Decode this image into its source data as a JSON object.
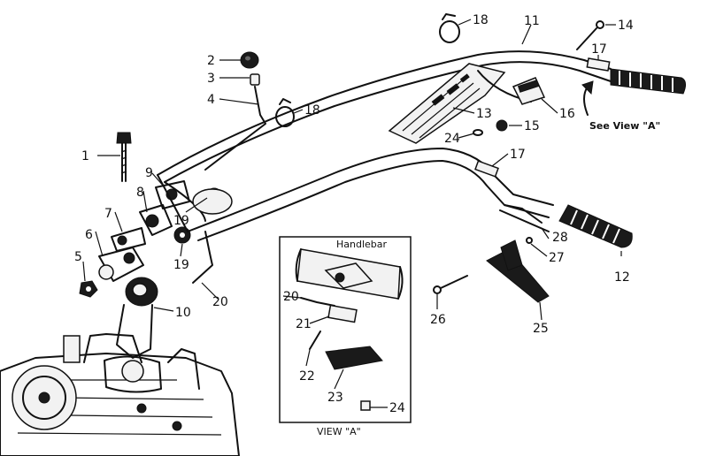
{
  "callouts": [
    {
      "id": "c1",
      "text": "1"
    },
    {
      "id": "c2",
      "text": "2"
    },
    {
      "id": "c3",
      "text": "3"
    },
    {
      "id": "c4",
      "text": "4"
    },
    {
      "id": "c5",
      "text": "5"
    },
    {
      "id": "c6",
      "text": "6"
    },
    {
      "id": "c7",
      "text": "7"
    },
    {
      "id": "c8",
      "text": "8"
    },
    {
      "id": "c9",
      "text": "9"
    },
    {
      "id": "c10",
      "text": "10"
    },
    {
      "id": "c11",
      "text": "11"
    },
    {
      "id": "c12",
      "text": "12"
    },
    {
      "id": "c13",
      "text": "13"
    },
    {
      "id": "c14",
      "text": "14"
    },
    {
      "id": "c15",
      "text": "15"
    },
    {
      "id": "c16",
      "text": "16"
    },
    {
      "id": "c17a",
      "text": "17"
    },
    {
      "id": "c17b",
      "text": "17"
    },
    {
      "id": "c18a",
      "text": "18"
    },
    {
      "id": "c18b",
      "text": "18"
    },
    {
      "id": "c19a",
      "text": "19"
    },
    {
      "id": "c19b",
      "text": "19"
    },
    {
      "id": "c20a",
      "text": "20"
    },
    {
      "id": "c20b",
      "text": "20"
    },
    {
      "id": "c21",
      "text": "21"
    },
    {
      "id": "c22",
      "text": "22"
    },
    {
      "id": "c23",
      "text": "23"
    },
    {
      "id": "c24a",
      "text": "24"
    },
    {
      "id": "c24b",
      "text": "24"
    },
    {
      "id": "c25",
      "text": "25"
    },
    {
      "id": "c26",
      "text": "26"
    },
    {
      "id": "c27",
      "text": "27"
    },
    {
      "id": "c28",
      "text": "28"
    }
  ],
  "labels": {
    "see_view": "See View \"A\"",
    "handlebar": "Handlebar",
    "view_title": "VIEW \"A\""
  }
}
